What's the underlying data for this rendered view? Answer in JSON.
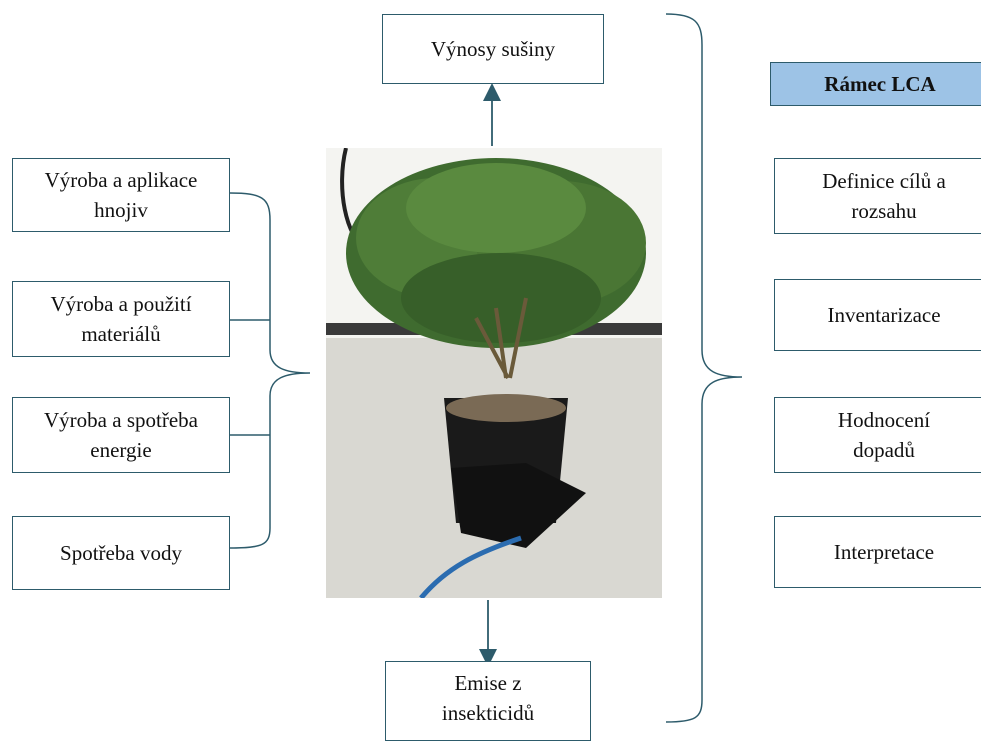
{
  "top_output": "Výnosy sušiny",
  "bottom_output": {
    "line1": "Emise z",
    "line2": "insekticidů"
  },
  "inputs": [
    {
      "line1": "Výroba a aplikace",
      "line2": "hnojiv"
    },
    {
      "line1": "Výroba a použití",
      "line2": "materiálů"
    },
    {
      "line1": "Výroba a spotřeba",
      "line2": "energie"
    },
    {
      "line1": "Spotřeba vody",
      "line2": ""
    }
  ],
  "lca": {
    "header": "Rámec LCA",
    "phases": [
      {
        "line1": "Definice cílů a",
        "line2": "rozsahu"
      },
      {
        "line1": "Inventarizace",
        "line2": ""
      },
      {
        "line1": "Hodnocení",
        "line2": "dopadů"
      },
      {
        "line1": "Interpretace",
        "line2": ""
      }
    ]
  },
  "colors": {
    "box_border": "#2d5b6b",
    "header_fill": "#9dc3e6",
    "connector": "#2d5b6b"
  }
}
